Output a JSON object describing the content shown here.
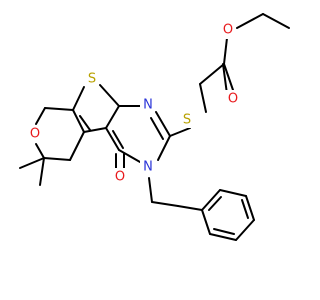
{
  "molecule": {
    "atom_labels": {
      "thiophene_s": "S",
      "pyrimidine_n1": "N",
      "pyrimidine_n3": "N",
      "thioether_s": "S",
      "carbonyl_o": "O",
      "pyran_o": "O",
      "ester_o_double": "O",
      "ester_o_single": "O"
    },
    "colors": {
      "bond": "#000000",
      "sulfur": "#b8a100",
      "nitrogen": "#2a34d8",
      "oxygen": "#e8191c"
    }
  }
}
